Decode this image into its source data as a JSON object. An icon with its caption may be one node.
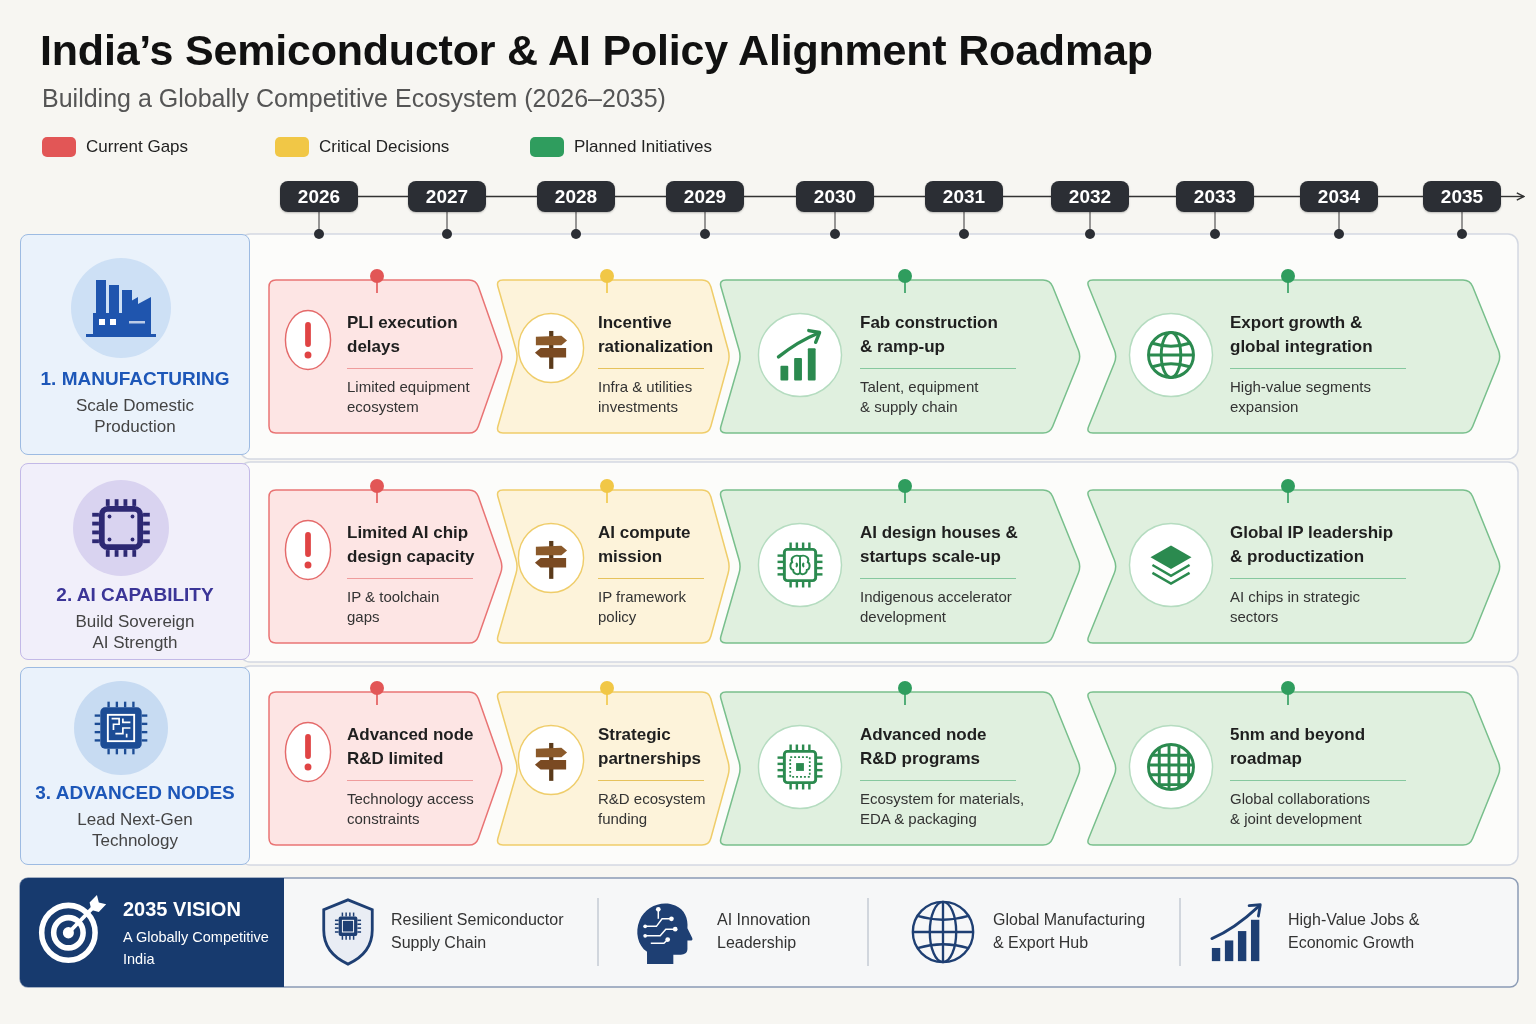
{
  "diagram": {
    "title": "India’s Semiconductor & AI Policy Alignment Roadmap",
    "nodes": [
      {
        "text": [
          "2026"
        ]
      },
      {
        "text": [
          "2027"
        ]
      },
      {
        "text": [
          "2028"
        ]
      },
      {
        "text": [
          "2029"
        ]
      },
      {
        "text": [
          "2030"
        ]
      },
      {
        "text": [
          "2031"
        ]
      },
      {
        "text": [
          "2032"
        ]
      },
      {
        "text": [
          "2033"
        ]
      },
      {
        "text": [
          "2034"
        ]
      },
      {
        "text": [
          "2035"
        ]
      },
      {
        "text": [
          "1. MANUFACTURING",
          "Scale Domestic Production"
        ]
      },
      {
        "text": [
          "PLI execution delays",
          "Limited equipment ecosystem"
        ]
      },
      {
        "text": [
          "Incentive rationalization",
          "Infra & utilities investments"
        ]
      },
      {
        "text": [
          "Fab construction & ramp-up",
          "Talent, equipment & supply chain"
        ]
      },
      {
        "text": [
          "Export growth & global integration",
          "High-value segments expansion"
        ]
      },
      {
        "text": [
          "2. AI CAPABILITY",
          "Build Sovereign AI Strength"
        ]
      },
      {
        "text": [
          "Limited AI chip design capacity",
          "IP & toolchain gaps"
        ]
      },
      {
        "text": [
          "AI compute mission",
          "IP framework policy"
        ]
      },
      {
        "text": [
          "AI design houses & startups scale-up",
          "Indigenous accelerator development"
        ]
      },
      {
        "text": [
          "Global IP leadership & productization",
          "AI chips in strategic sectors"
        ]
      },
      {
        "text": [
          "3. ADVANCED NODES",
          "Lead Next-Gen Technology"
        ]
      },
      {
        "text": [
          "Advanced node R&D limited",
          "Technology access constraints"
        ]
      },
      {
        "text": [
          "Strategic partnerships",
          "R&D ecosystem funding"
        ]
      },
      {
        "text": [
          "Advanced node R&D programs",
          "Ecosystem for materials, EDA & packaging"
        ]
      },
      {
        "text": [
          "5nm and beyond roadmap",
          "Global collaborations & joint development"
        ]
      },
      {
        "text": [
          "2035 VISION",
          "A Globally Competitive India"
        ]
      }
    ],
    "edges": [
      {
        "from": 0,
        "to": 1,
        "arrow": "none"
      },
      {
        "from": 1,
        "to": 2,
        "arrow": "none"
      },
      {
        "from": 2,
        "to": 3,
        "arrow": "none"
      },
      {
        "from": 3,
        "to": 4,
        "arrow": "none"
      },
      {
        "from": 4,
        "to": 5,
        "arrow": "none"
      },
      {
        "from": 5,
        "to": 6,
        "arrow": "none"
      },
      {
        "from": 6,
        "to": 7,
        "arrow": "none"
      },
      {
        "from": 7,
        "to": 8,
        "arrow": "none"
      },
      {
        "from": 8,
        "to": 9,
        "arrow": "none"
      },
      {
        "from": 9,
        "to": null,
        "arrow": "to"
      }
    ],
    "labels": [
      "Building a Globally Competitive Ecosystem (2026–2035)",
      "Resilient Semiconductor Supply Chain",
      "AI Innovation Leadership",
      "Global Manufacturing & Export Hub",
      "High-Value Jobs & Economic Growth"
    ],
    "legend": [
      {
        "text": "Current Gaps",
        "color": "#e25656"
      },
      {
        "text": "Critical Decisions",
        "color": "#f1c746"
      },
      {
        "text": "Planned Initiatives",
        "color": "#2f9d5e"
      }
    ]
  }
}
